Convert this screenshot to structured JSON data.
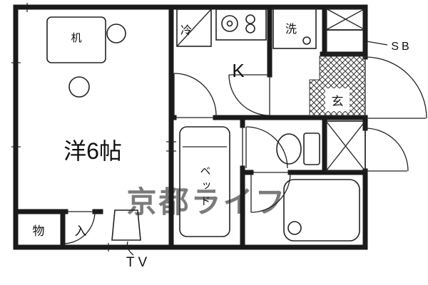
{
  "floorplan": {
    "watermark": "京都ライフ",
    "labels": {
      "desk": "机",
      "main_room": "洋6帖",
      "kitchen": "K",
      "fridge": "冷",
      "washer": "洗",
      "shoe_box": "SB",
      "genkan": "玄",
      "bed": "ベッド",
      "storage": "物",
      "storage_entry": "入",
      "tv": "TV"
    },
    "colors": {
      "wall": "#1a1a1a",
      "watermark": "#8f8f8f"
    }
  }
}
